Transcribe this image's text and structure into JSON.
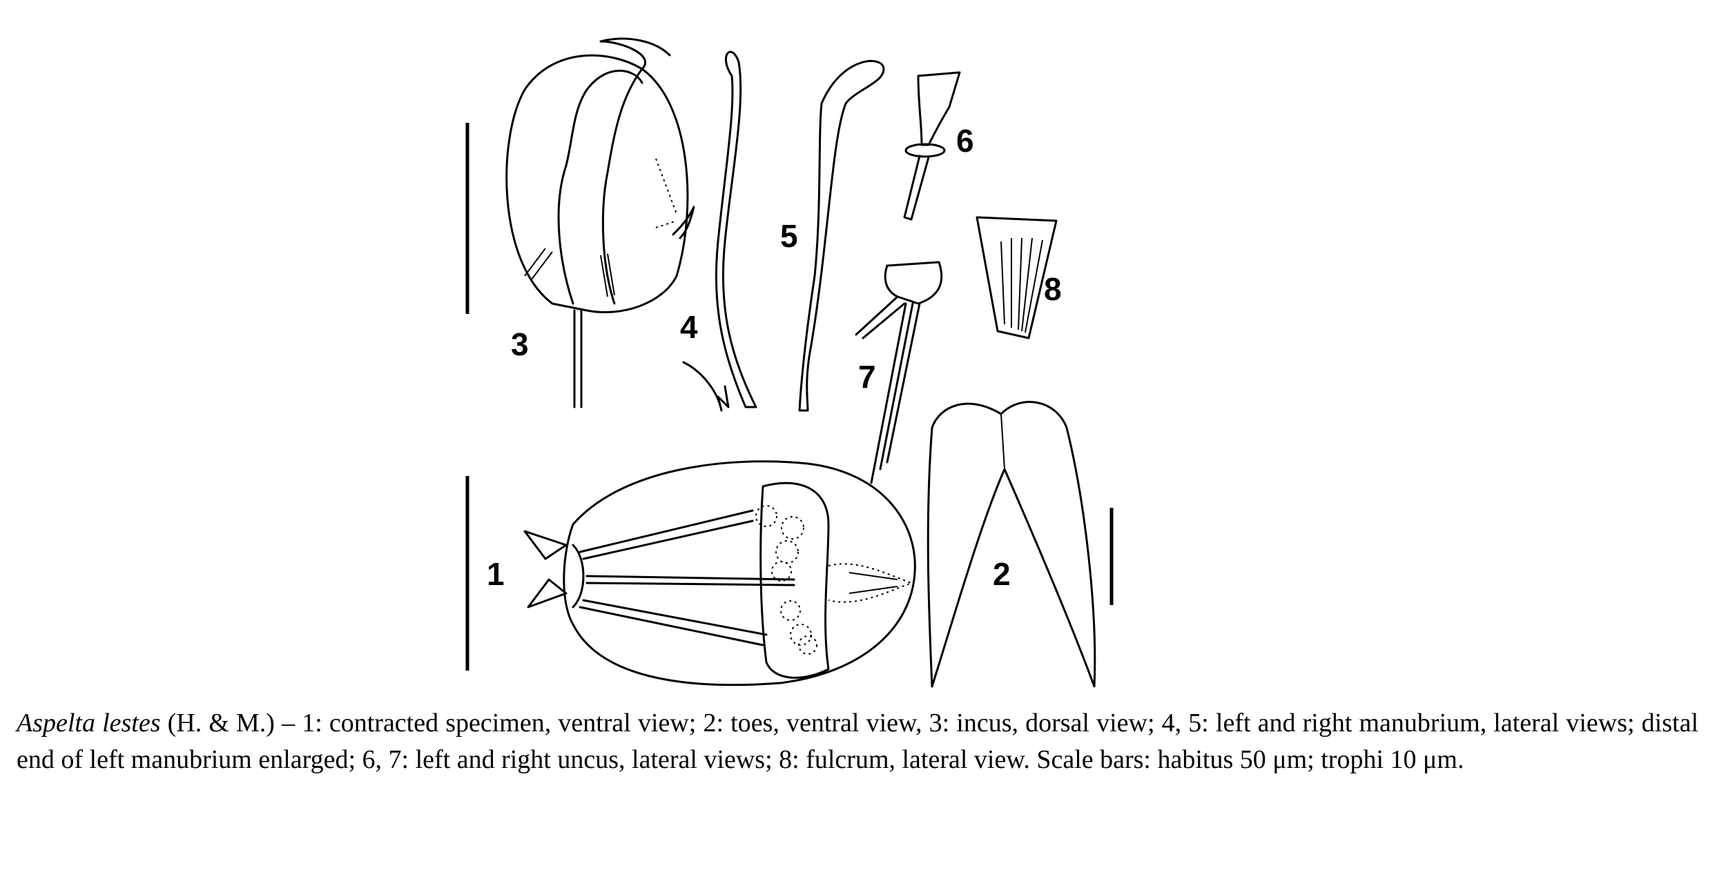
{
  "figure": {
    "labels": {
      "fig1": "1",
      "fig2": "2",
      "fig3": "3",
      "fig4": "4",
      "fig5": "5",
      "fig6": "6",
      "fig7": "7",
      "fig8": "8"
    }
  },
  "caption": {
    "species": "Aspelta lestes",
    "text": " (H. & M.) – 1: contracted specimen, ventral view; 2: toes, ventral view, 3: incus, dorsal view; 4, 5: left and right manubrium, lateral views; distal end of left manubrium enlarged; 6, 7: left and right uncus, lateral views; 8: fulcrum, lateral view. Scale bars: habitus 50 μm; trophi 10 μm."
  }
}
